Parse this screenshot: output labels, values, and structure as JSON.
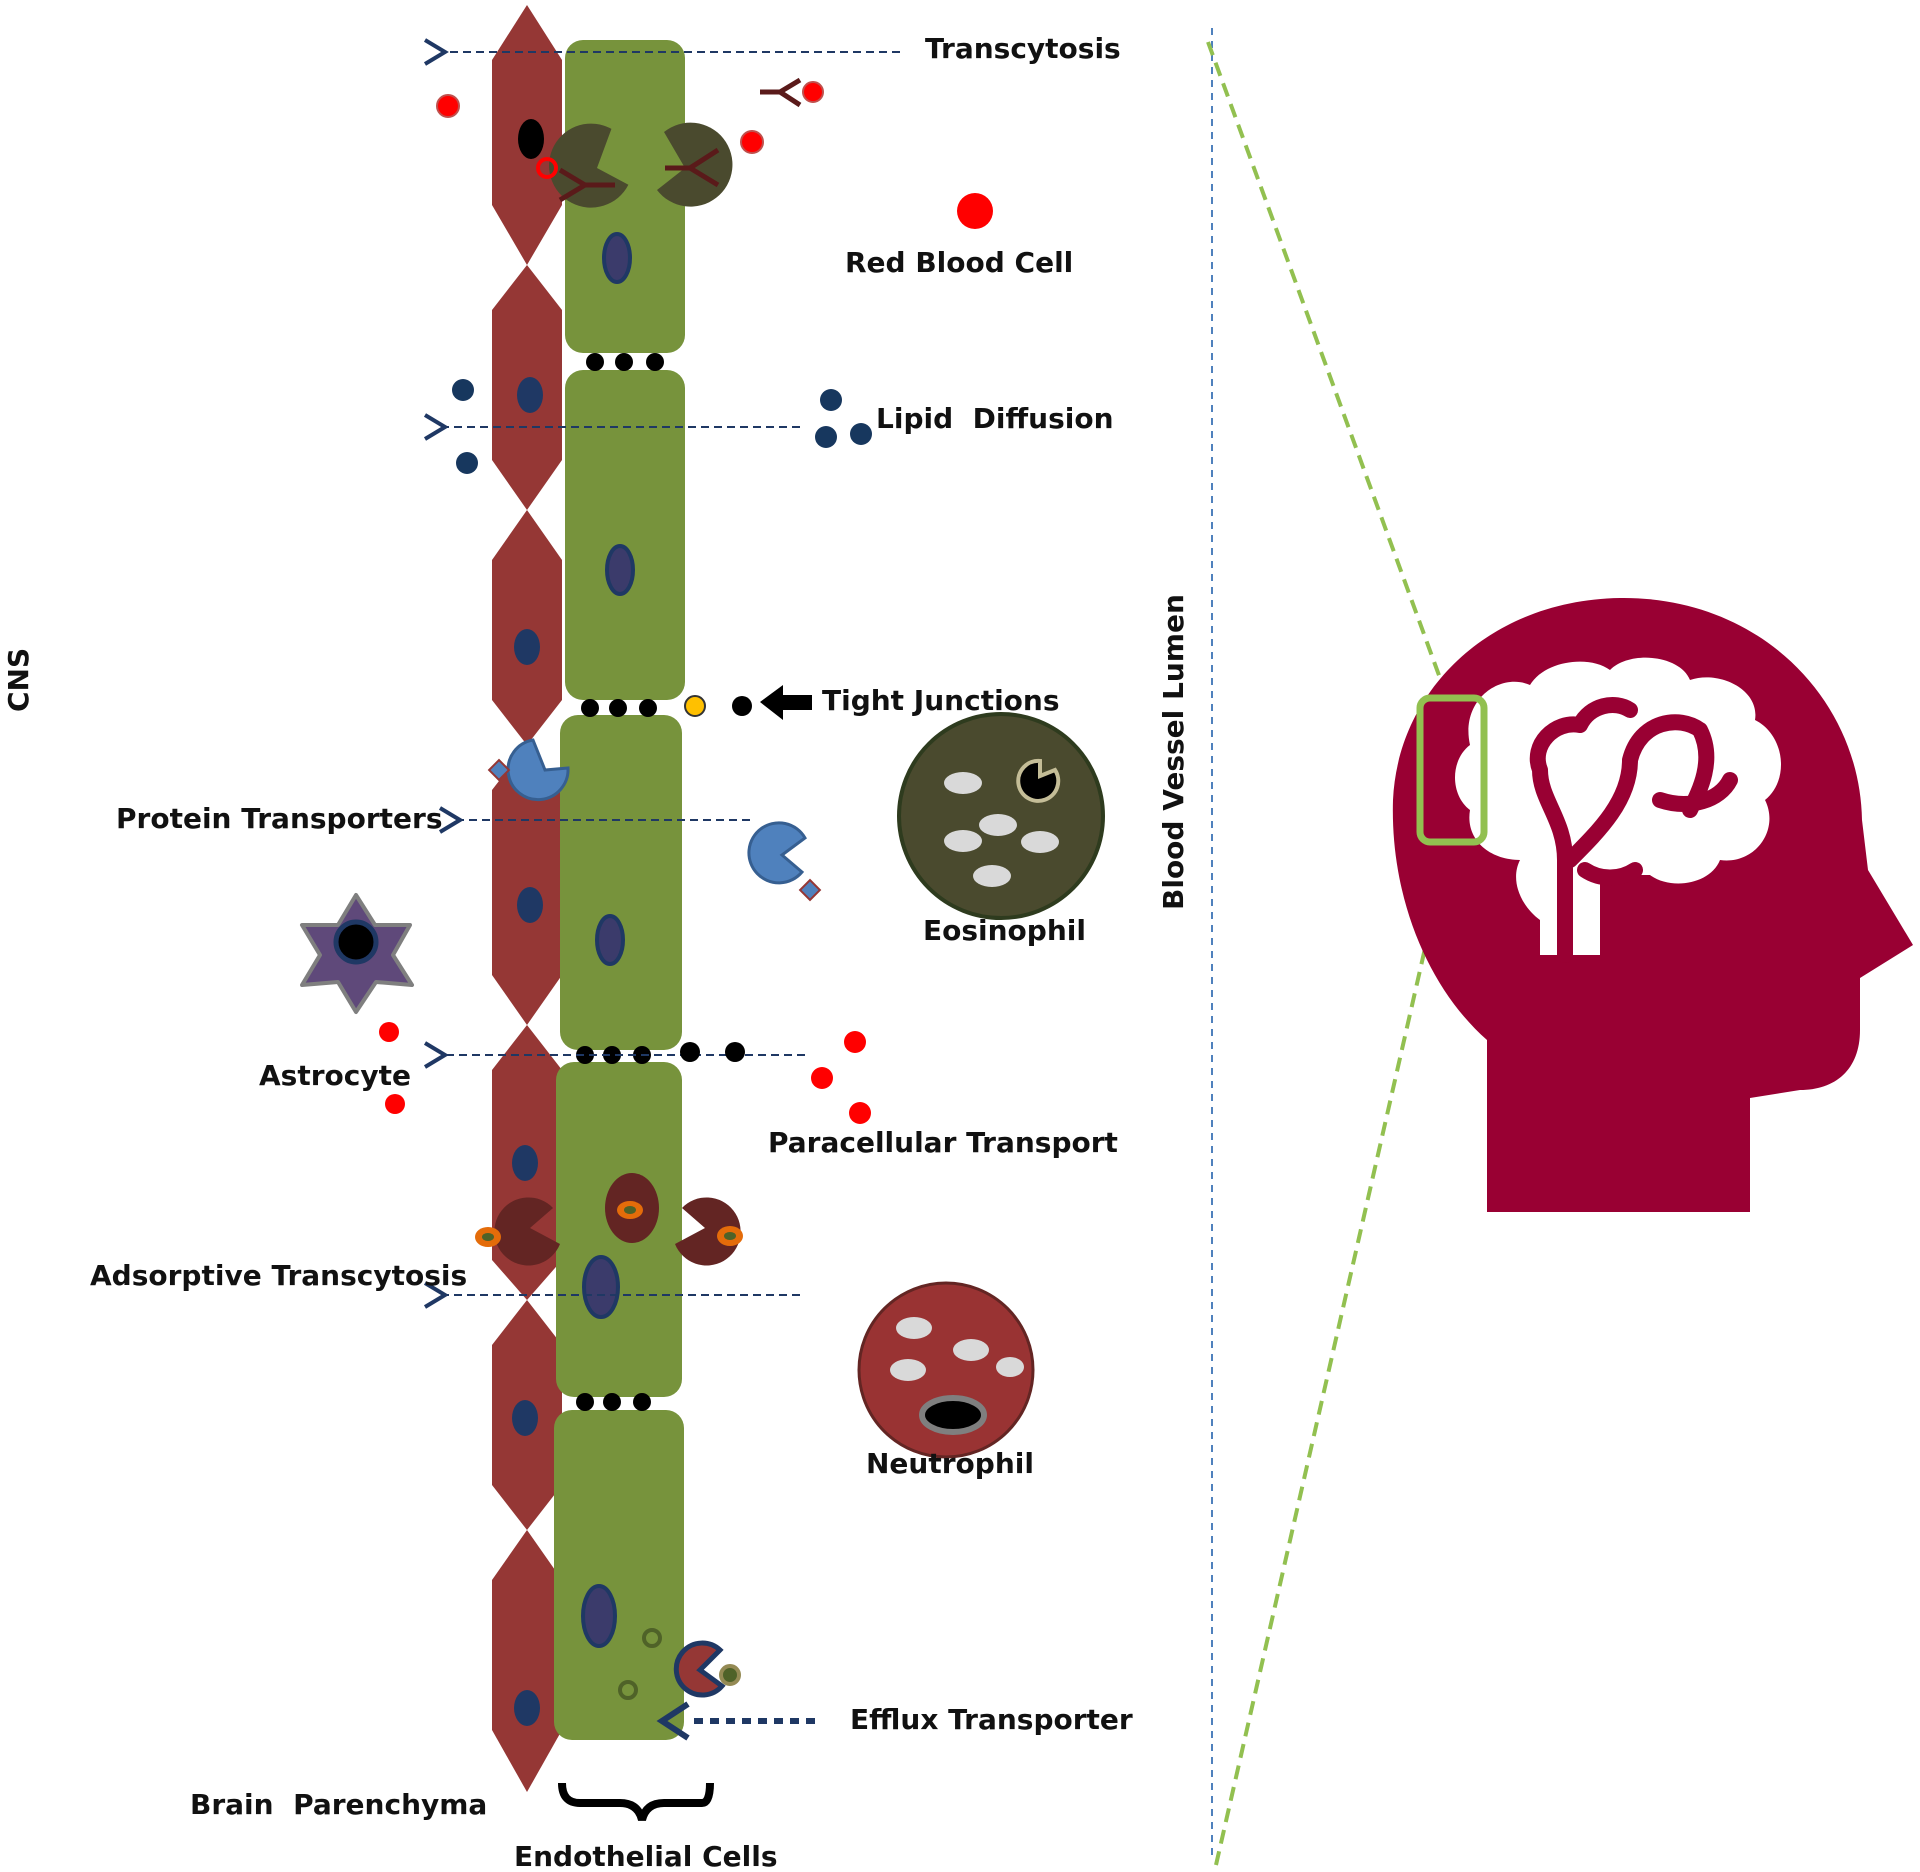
{
  "labels": {
    "cns": "CNS",
    "transcytosis": "Transcytosis",
    "red_blood_cell": "Red Blood Cell",
    "lipid_diffusion": "Lipid  Diffusion",
    "tight_junctions": "Tight Junctions",
    "protein_transporters": "Protein Transporters",
    "eosinophil": "Eosinophil",
    "astrocyte": "Astrocyte",
    "paracellular_transport": "Paracellular Transport",
    "adsorptive_transcytosis": "Adsorptive Transcytosis",
    "neutrophil": "Neutrophil",
    "efflux_transporter": "Efflux Transporter",
    "brain_parenchyma": "Brain  Parenchyma",
    "endothelial_cells": "Endothelial Cells",
    "blood_vessel_lumen": "Blood Vessel Lumen"
  },
  "colors": {
    "endothelial": "#77933c",
    "pericyte": "#953735",
    "nucleus": "#1f3864",
    "red_blood_cell": "#ff0000",
    "lipid": "#17375e",
    "protein_transporter": "#4f81bd",
    "head": "#990033",
    "dashed_green": "#92c050",
    "eosinophil": "#4a4a2e",
    "neutrophil": "#993333",
    "astrocyte": "#5f497a"
  }
}
